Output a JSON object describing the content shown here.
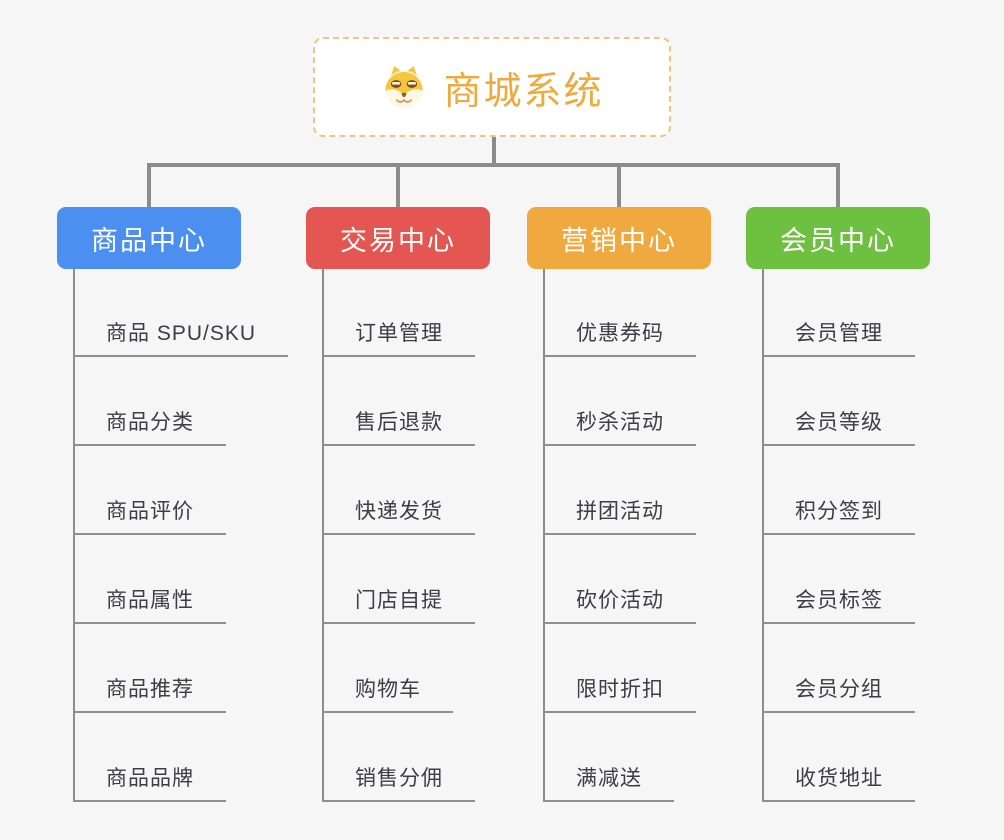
{
  "root": {
    "title": "商城系统",
    "icon": "shiba-dog-icon",
    "title_color": "#f0a93c",
    "border_color": "#f2c382"
  },
  "connector_color": "#8c8c8c",
  "branches": [
    {
      "label": "商品中心",
      "color": "#4b8ff0",
      "items": [
        "商品 SPU/SKU",
        "商品分类",
        "商品评价",
        "商品属性",
        "商品推荐",
        "商品品牌"
      ]
    },
    {
      "label": "交易中心",
      "color": "#e45651",
      "items": [
        "订单管理",
        "售后退款",
        "快递发货",
        "门店自提",
        "购物车",
        "销售分佣"
      ]
    },
    {
      "label": "营销中心",
      "color": "#efa93e",
      "items": [
        "优惠券码",
        "秒杀活动",
        "拼团活动",
        "砍价活动",
        "限时折扣",
        "满减送"
      ]
    },
    {
      "label": "会员中心",
      "color": "#6ec041",
      "items": [
        "会员管理",
        "会员等级",
        "积分签到",
        "会员标签",
        "会员分组",
        "收货地址"
      ]
    }
  ]
}
